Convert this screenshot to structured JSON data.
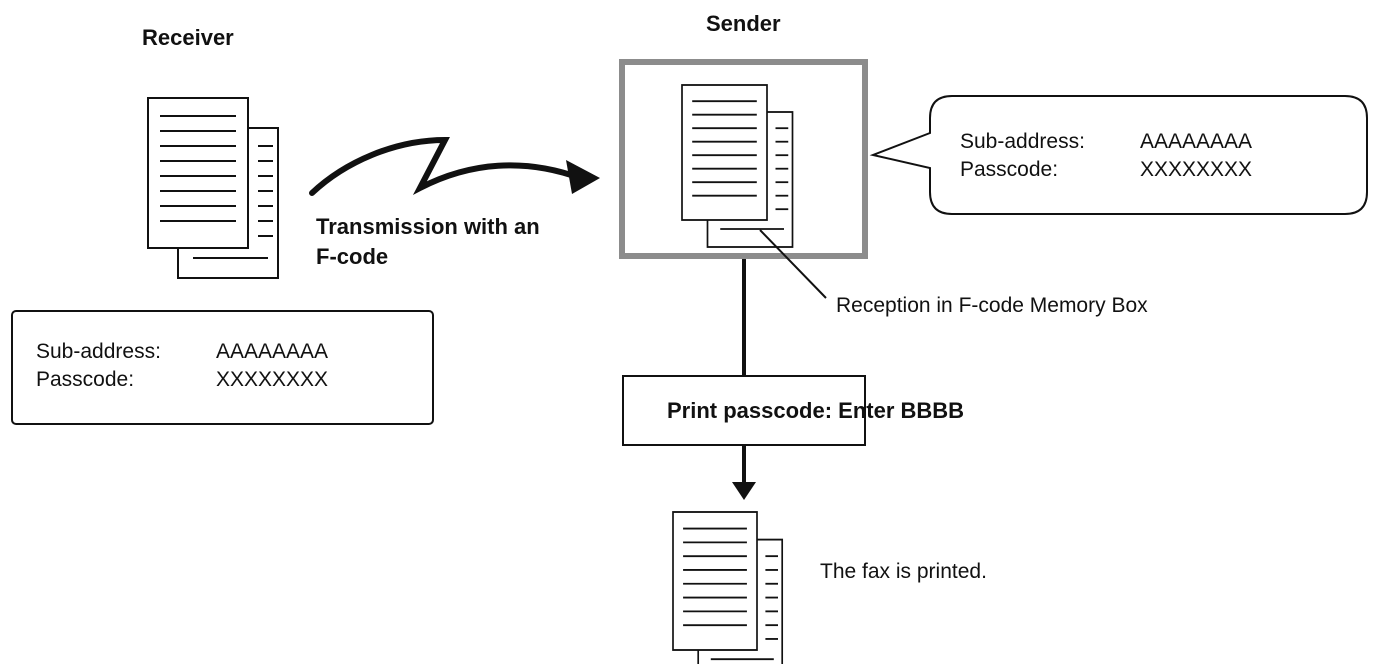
{
  "receiver": {
    "title": "Receiver",
    "info": [
      {
        "key": "Sub-address:",
        "value": "AAAAAAAA"
      },
      {
        "key": "Passcode:",
        "value": "XXXXXXXX"
      }
    ]
  },
  "sender": {
    "title": "Sender",
    "info": [
      {
        "key": "Sub-address:",
        "value": "AAAAAAAA"
      },
      {
        "key": "Passcode:",
        "value": "XXXXXXXX"
      }
    ],
    "memory_box_label": "Reception in F-code Memory Box"
  },
  "transmission": {
    "line1": "Transmission with an",
    "line2": "F-code"
  },
  "print_passcode_label": "Print passcode: Enter BBBB",
  "printed_label": "The fax is printed.",
  "colors": {
    "memory_box_border": "#8c8c8c",
    "stroke": "#111111"
  }
}
